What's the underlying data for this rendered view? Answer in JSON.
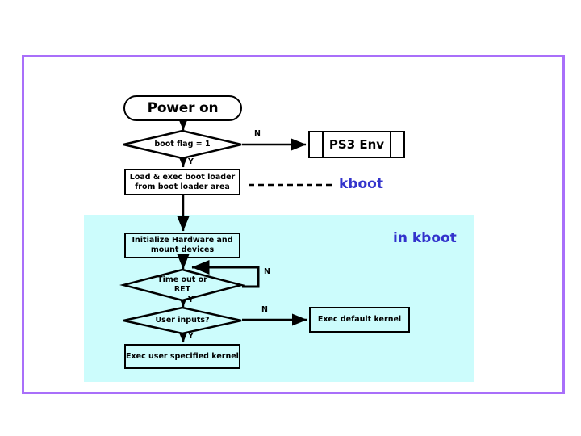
{
  "slide": {
    "frame_color": "#a96ffa",
    "panel_color": "#ccfcfc",
    "accent_text_color": "#3333cc",
    "line_color": "#000000"
  },
  "nodes": {
    "power_on": "Power on",
    "boot_flag": "boot flag = 1",
    "ps3_env": "PS3 Env",
    "load_boot_loader": "Load & exec boot loader\nfrom boot loader area",
    "init_hardware": "Initialize Hardware and\nmount devices",
    "timeout_ret": "Time out or\nRET",
    "user_inputs": "User inputs?",
    "exec_default_kernel": "Exec default kernel",
    "exec_user_kernel": "Exec user specified kernel"
  },
  "branch_labels": {
    "boot_flag_no": "N",
    "boot_flag_yes": "Y",
    "timeout_no": "N",
    "timeout_yes": "Y",
    "user_inputs_no": "N",
    "user_inputs_yes": "Y"
  },
  "annotations": {
    "kboot": "kboot",
    "in_kboot": "in kboot"
  }
}
